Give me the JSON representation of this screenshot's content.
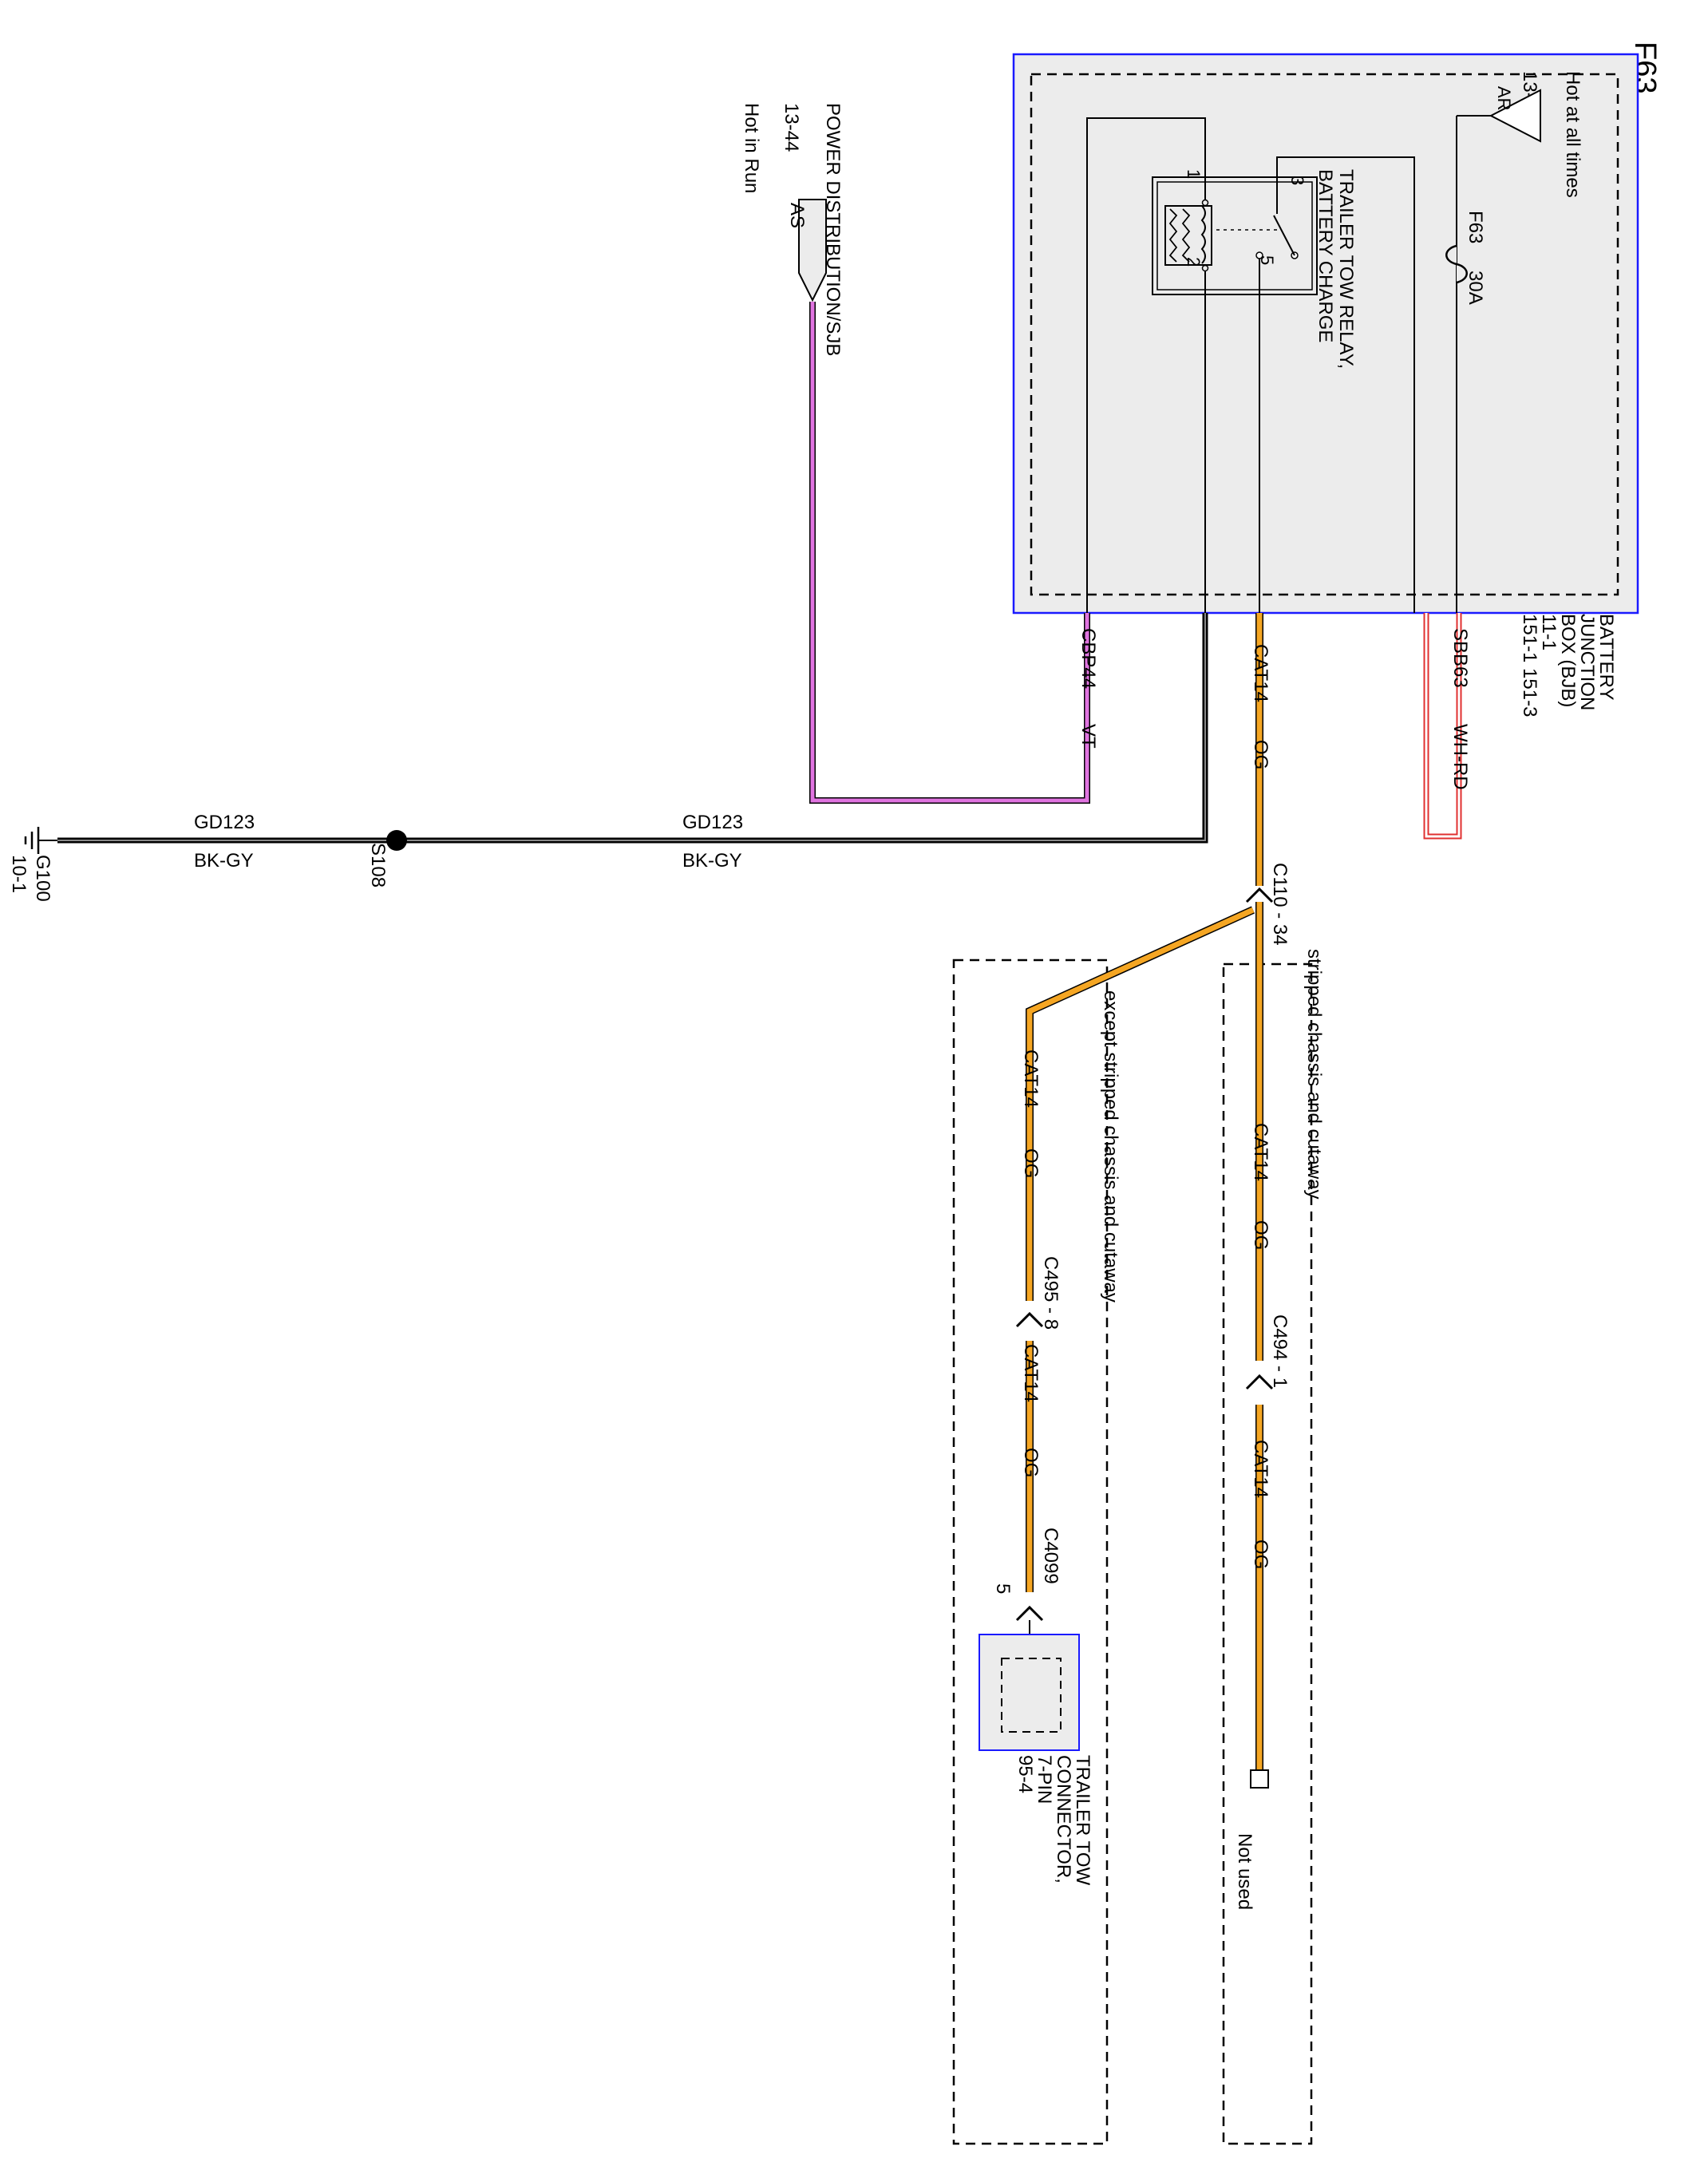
{
  "page_title": "F63",
  "colors": {
    "orange_wire": "#f5a623",
    "violet_wire": "#e074e0",
    "red_wire": "#e03030",
    "black_wire": "#000000",
    "module_border": "#1a1aff",
    "module_fill": "#ececec"
  },
  "bjb": {
    "name_lines": [
      "BATTERY",
      "JUNCTION",
      "BOX (BJB)",
      "11-1",
      "151-1  151-3"
    ],
    "hot_label": "Hot at all times",
    "hot_ref": "13-45",
    "hot_tag": "AR",
    "fuse_name": "F63",
    "fuse_rating": "30A",
    "relay_name_lines": [
      "TRAILER TOW RELAY,",
      "BATTERY CHARGE"
    ],
    "relay_pins": [
      "1",
      "2",
      "3",
      "5"
    ]
  },
  "wires": {
    "sbb63": {
      "circuit": "SBB63",
      "color": "WH-RD"
    },
    "cbp44": {
      "circuit": "CBP44",
      "color": "VT"
    },
    "cat14_main": {
      "circuit": "CAT14",
      "color": "OG"
    },
    "gd123_a": {
      "circuit": "GD123",
      "color": "BK-GY"
    },
    "gd123_b": {
      "circuit": "GD123",
      "color": "BK-GY"
    },
    "cat14_sc1": {
      "circuit": "CAT14",
      "color": "OG"
    },
    "cat14_sc2": {
      "circuit": "CAT14",
      "color": "OG"
    },
    "cat14_ex1": {
      "circuit": "CAT14",
      "color": "OG"
    },
    "cat14_ex2": {
      "circuit": "CAT14",
      "color": "OG"
    }
  },
  "power_dist": {
    "name": "POWER DISTRIBUTION/SJB",
    "ref": "13-44",
    "hot_label": "Hot in Run",
    "tag": "AS"
  },
  "splice": {
    "name": "S108"
  },
  "ground": {
    "name": "G100",
    "ref": "10-1"
  },
  "connectors": {
    "c110": "C110 - 34",
    "c494": "C494 - 1",
    "c495": "C495 - 8",
    "c4099": "C4099",
    "c4099_pin": "5"
  },
  "variants": {
    "stripped": "stripped chassis and cutaway",
    "except_stripped": "except stripped chassis and cutaway"
  },
  "not_used": "Not used",
  "trailer_connector": {
    "name_lines": [
      "TRAILER TOW",
      "CONNECTOR,",
      "7-PIN",
      "95-4"
    ]
  }
}
